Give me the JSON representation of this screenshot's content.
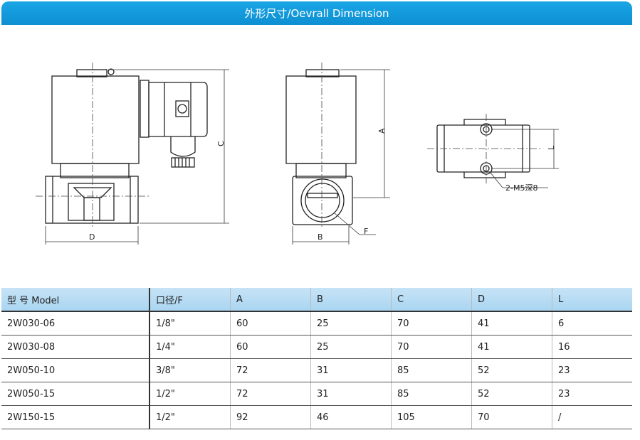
{
  "header": {
    "title": "外形尺寸/Oevrall Dimension"
  },
  "drawing": {
    "labels": {
      "c": "C",
      "d": "D",
      "a": "A",
      "b": "B",
      "f": "F",
      "l": "L",
      "thread_note": "2-M5深8"
    }
  },
  "table": {
    "columns": [
      "型 号 Model",
      "口径/F",
      "A",
      "B",
      "C",
      "D",
      "L"
    ],
    "rows": [
      [
        "2W030-06",
        "1/8\"",
        "60",
        "25",
        "70",
        "41",
        "6"
      ],
      [
        "2W030-08",
        "1/4\"",
        "60",
        "25",
        "70",
        "41",
        "16"
      ],
      [
        "2W050-10",
        "3/8\"",
        "72",
        "31",
        "85",
        "52",
        "23"
      ],
      [
        "2W050-15",
        "1/2\"",
        "72",
        "31",
        "85",
        "52",
        "23"
      ],
      [
        "2W150-15",
        "1/2\"",
        "92",
        "46",
        "105",
        "70",
        "/"
      ]
    ]
  },
  "colors": {
    "banner": "#0d9ad8",
    "table_header": "#b7dcf3"
  }
}
